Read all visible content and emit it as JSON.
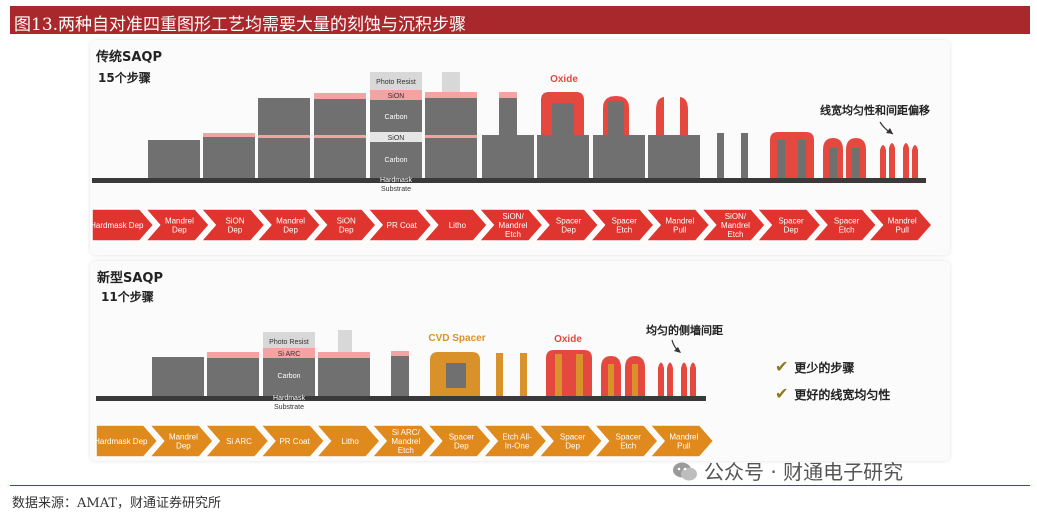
{
  "title": "图13.两种自对准四重图形工艺均需要大量的刻蚀与沉积步骤",
  "traditional": {
    "name": "传统SAQP",
    "steps_count": "15个步骤",
    "steps": [
      "Hardmask Dep",
      "Mandrel\nDep",
      "SiON\nDep",
      "Mandrel\nDep",
      "SiON\nDep",
      "PR Coat",
      "Litho",
      "SiON/\nMandrel\nEtch",
      "Spacer\nDep",
      "Spacer\nEtch",
      "Mandrel\nPull",
      "SiON/\nMandrel\nEtch",
      "Spacer\nDep",
      "Spacer\nEtch",
      "Mandrel\nPull"
    ],
    "layers": [
      "Photo Resist",
      "SiON",
      "Carbon",
      "SiON",
      "Carbon",
      "Hardmask",
      "Substrate"
    ],
    "oxide_label": "Oxide",
    "annotation": "线宽均匀性和间距偏移"
  },
  "new": {
    "name": "新型SAQP",
    "steps_count": "11个步骤",
    "steps": [
      "Hardmask Dep",
      "Mandrel\nDep",
      "Si ARC",
      "PR Coat",
      "Litho",
      "Si ARC/\nMandrel\nEtch",
      "Spacer\nDep",
      "Etch All-\nIn-One",
      "Spacer\nDep",
      "Spacer\nEtch",
      "Mandrel\nPull"
    ],
    "layers": [
      "Photo Resist",
      "Si ARC",
      "Carbon",
      "Hardmask",
      "Substrate"
    ],
    "cvd_label": "CVD Spacer",
    "oxide_label": "Oxide",
    "annotation": "均匀的侧墙间距"
  },
  "benefits": [
    "更少的步骤",
    "更好的线宽均匀性"
  ],
  "source": "数据来源：AMAT，财通证券研究所",
  "watermark": "公众号 · 财通电子研究",
  "colors": {
    "title_bg": "#a8282b",
    "arrow_red": "#e0342f",
    "arrow_orange": "#e08a1e",
    "carbon_gray": "#707070",
    "sion_pink": "#f3a3a1",
    "oxide_red": "#e5483f",
    "spacer_orange": "#d9922a",
    "check_color": "#8b7a1a"
  }
}
